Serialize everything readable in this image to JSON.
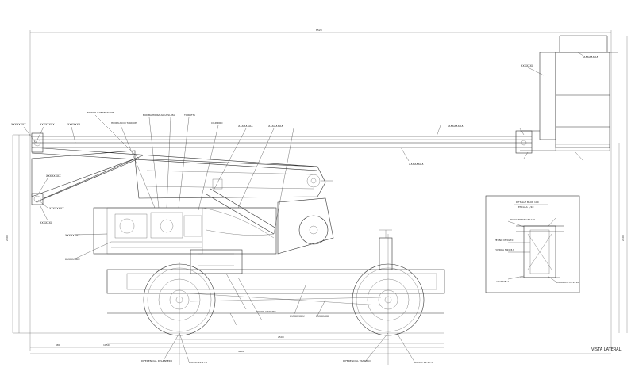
{
  "drawing": {
    "view_title": "VISTA LATERAL",
    "detail_title": "DETALLE BLOK 100",
    "detail_scale": "ESCALA 1/10",
    "callouts_left": [
      "XXXXXXXX",
      "XXXXXXXX",
      "XXXXXXX",
      "XXXXXXXX",
      "XXXXXXXX",
      "XXXXXXX",
      "XXXXXXXX",
      "XXXXXXXX"
    ],
    "callouts_top": [
      "MOTOR CABRESTANTE",
      "HIDRAULICO TANQUE",
      "BOMBA HIDRAULICA",
      "PLUMA",
      "TORRETA",
      "CILINDRO",
      "XXXXXXXX",
      "XXXXXXXX"
    ],
    "callouts_bottom": [
      "DIFERENCIAL DELANTERO",
      "RUEDA 14-17.5",
      "DIFERENCIAL TRASERO",
      "RUEDA 14-17.5",
      "MOTOR GANCHO",
      "XXXXXXXX",
      "XXXXXXX"
    ],
    "callouts_right": [
      "XXXXXXXX",
      "XXXXXXXX",
      "XXXXXXX",
      "XXXXXXXX"
    ],
    "detail_labels": [
      "RODAMIENTO 51120",
      "PERNO M20x70",
      "TUERCA M20 8.8",
      "ARANDELA",
      "RODAMIENTO 2210"
    ],
    "dims": {
      "overall": "8520",
      "height_left": "2300",
      "height_right": "2500",
      "wheelbase": "2500",
      "d1": "680",
      "d2": "1050",
      "d3": "4200"
    }
  }
}
